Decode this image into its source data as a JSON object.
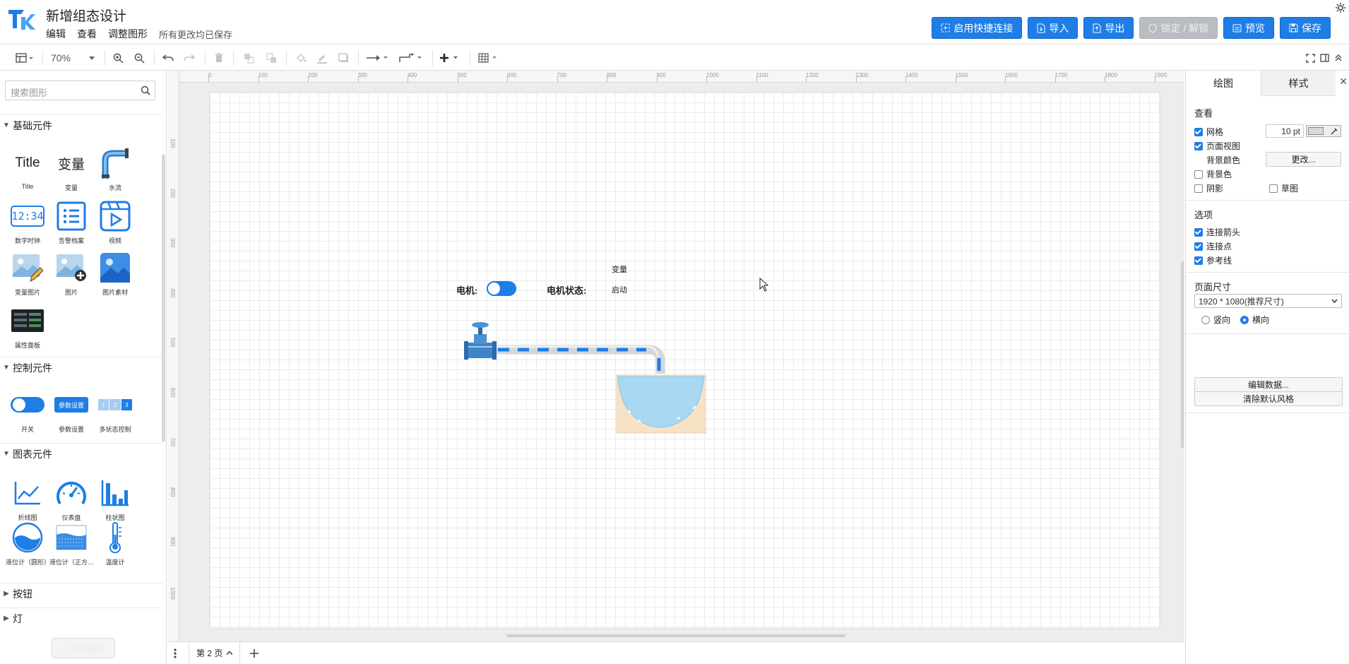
{
  "app": {
    "title": "新增组态设计",
    "save_status": "所有更改均已保存"
  },
  "menu": [
    "编辑",
    "查看",
    "调整图形"
  ],
  "actions": {
    "quick_connect": "启用快捷连接",
    "import": "导入",
    "export": "导出",
    "lock": "锁定 / 解锁",
    "preview": "预览",
    "save": "保存"
  },
  "toolbar": {
    "zoom": "70%"
  },
  "sidebar": {
    "search_placeholder": "搜索图形",
    "sections": {
      "basic": "基础元件",
      "control": "控制元件",
      "chart": "图表元件",
      "button": "按钮",
      "light": "灯"
    },
    "basic_items": [
      "Title",
      "变量",
      "水流",
      "数字时钟",
      "告警档案",
      "视频",
      "变量图片",
      "图片",
      "图片素材",
      "属性面板"
    ],
    "title_glyph": "Title",
    "variable_glyph": "变量",
    "clock_glyph": "12:34",
    "control_items": [
      "开关",
      "参数设置",
      "多状态控制"
    ],
    "param_glyph": "参数设置",
    "multi_glyph": [
      "1",
      "2",
      "3"
    ],
    "chart_items": [
      "折线图",
      "仪表盘",
      "柱状图",
      "液位计（圆形）",
      "液位计（正方…",
      "温度计"
    ],
    "more_button": "+ 更多图形"
  },
  "canvas": {
    "ruler_top": [
      "0",
      "100",
      "200",
      "300",
      "400",
      "500",
      "600",
      "700",
      "800",
      "900",
      "1000",
      "1100",
      "1200",
      "1300",
      "1400",
      "1500",
      "1600",
      "1700",
      "1800",
      "1900"
    ],
    "ruler_left": [
      "100",
      "200",
      "300",
      "400",
      "500",
      "600",
      "700",
      "800",
      "900",
      "1000"
    ],
    "motor_label": "电机:",
    "motor_state_label": "电机状态:",
    "var_header": "变量",
    "var_value": "启动",
    "motor_toggle_on": true
  },
  "pages": {
    "current": "第 2 页"
  },
  "panel": {
    "tabs": [
      "绘图",
      "样式"
    ],
    "view_header": "查看",
    "grid_label": "网格",
    "grid_size": "10 pt",
    "grid_on": true,
    "page_view_label": "页面视图",
    "page_view_on": true,
    "bg_color_label": "背景颜色",
    "change_button": "更改...",
    "bg_label": "背景色",
    "shadow_label": "阴影",
    "sketch_label": "草图",
    "options_header": "选项",
    "connect_arrows": "连接箭头",
    "connect_points": "连接点",
    "guides": "参考线",
    "page_size_header": "页面尺寸",
    "page_size_value": "1920 * 1080(推荐尺寸)",
    "portrait": "竖向",
    "landscape": "横向",
    "edit_data": "编辑数据...",
    "clear_style": "清除默认风格"
  },
  "colors": {
    "accent": "#1e7de6",
    "disabled": "#b9bcc1",
    "water": "#a9d8f2",
    "tank": "#f8e2c5"
  }
}
